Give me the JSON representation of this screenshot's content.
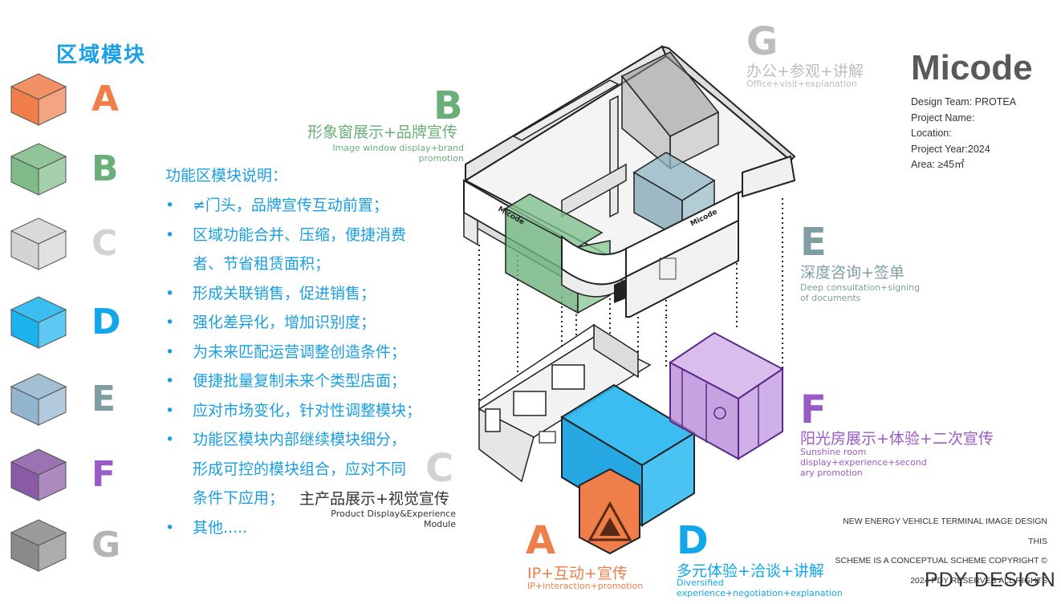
{
  "legend": {
    "title": "区域模块",
    "items": [
      {
        "letter": "A",
        "color": "#ef7e4a",
        "letter_color": "#ef7e4a"
      },
      {
        "letter": "B",
        "color": "#7fba88",
        "letter_color": "#6aaf79"
      },
      {
        "letter": "C",
        "color": "#d4d4d4",
        "letter_color": "#d2d2d2"
      },
      {
        "letter": "D",
        "color": "#1ab3ee",
        "letter_color": "#11a7ea"
      },
      {
        "letter": "E",
        "color": "#92b4cd",
        "letter_color": "#7f9ea1"
      },
      {
        "letter": "F",
        "color": "#8a5aa6",
        "letter_color": "#9a5bc6"
      },
      {
        "letter": "G",
        "color": "#8a8a8a",
        "letter_color": "#b4b4b4"
      }
    ]
  },
  "functions": {
    "title": "功能区模块说明：",
    "bullet": "•",
    "items": [
      {
        "lines": [
          "≠门头，品牌宣传互动前置；"
        ]
      },
      {
        "lines": [
          "区域功能合并、压缩，便捷消费",
          "者、节省租赁面积；"
        ]
      },
      {
        "lines": [
          "形成关联销售，促进销售；"
        ]
      },
      {
        "lines": [
          "强化差异化，增加识别度；"
        ]
      },
      {
        "lines": [
          "为未来匹配运营调整创造条件；"
        ]
      },
      {
        "lines": [
          "便捷批量复制未来个类型店面；"
        ]
      },
      {
        "lines": [
          "应对市场变化，针对性调整模块；"
        ]
      },
      {
        "lines": [
          "功能区模块内部继续模块细分，",
          "形成可控的模块组合，应对不同",
          "条件下应用；"
        ]
      },
      {
        "lines": [
          "其他....."
        ]
      }
    ]
  },
  "zones": {
    "A": {
      "letter": "A",
      "cn": "IP+互动+宣传",
      "en": [
        "IP+interaction+promotion"
      ],
      "color": "#ef7e4a"
    },
    "B": {
      "letter": "B",
      "cn": "形象窗展示+品牌宣传",
      "en": [
        "Image window display+brand",
        "promotion"
      ],
      "color": "#6aaf79"
    },
    "C": {
      "letter": "C",
      "cn": "主产品展示+视觉宣传",
      "en": [
        "Product Display&Experience",
        "Module"
      ],
      "color": "#d2d2d2"
    },
    "D": {
      "letter": "D",
      "cn": "多元体验+洽谈+讲解",
      "en": [
        "Diversified",
        "experience+negotiation+explanation"
      ],
      "color": "#11a7ea"
    },
    "E": {
      "letter": "E",
      "cn": "深度咨询+签单",
      "en": [
        "Deep consultation+signing",
        "of documents"
      ],
      "color": "#7f9ea1"
    },
    "F": {
      "letter": "F",
      "cn": "阳光房展示+体验+二次宣传",
      "en": [
        "Sunshine room",
        "display+experience+second",
        "ary promotion"
      ],
      "color": "#9a5bc6"
    },
    "G": {
      "letter": "G",
      "cn": "办公+参观+讲解",
      "en": [
        "Office+visit+explanation"
      ],
      "color": "#bdbdbd"
    }
  },
  "project": {
    "brand": "Micode",
    "team": "Design Team: PROTEA",
    "name": "Project Name:",
    "location": "Location:",
    "year": "Project Year:2024",
    "area": "Area: ≥45㎡"
  },
  "copyright": {
    "lines": [
      "NEW ENERGY VEHICLE TERMINAL IMAGE DESIGN  THIS",
      "SCHEME IS A CONCEPTUAL SCHEME  COPYRIGHT ©",
      "2024 PDY RESERVES ALL RIGHTS"
    ],
    "logo": "PDY DESIGN"
  },
  "store_sign": "Micode"
}
